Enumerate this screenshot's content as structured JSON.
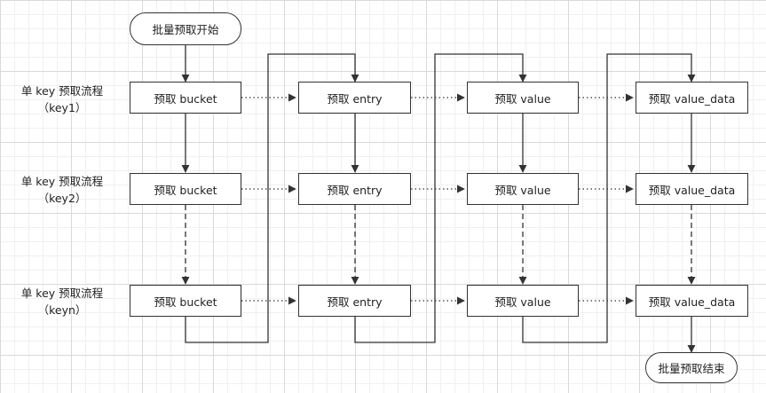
{
  "start_label": "批量预取开始",
  "end_label": "批量预取结束",
  "rows": [
    {
      "label_line1": "单 key 预取流程",
      "label_line2": "（key1）"
    },
    {
      "label_line1": "单 key 预取流程",
      "label_line2": "（key2）"
    },
    {
      "label_line1": "单 key 预取流程",
      "label_line2": "（keyn）"
    }
  ],
  "steps": [
    "预取 bucket",
    "预取 entry",
    "预取 value",
    "预取 value_data"
  ],
  "colors": {
    "line": "#333333",
    "grid_major": "#d9d9d9",
    "grid_minor": "#f0f0f0"
  }
}
